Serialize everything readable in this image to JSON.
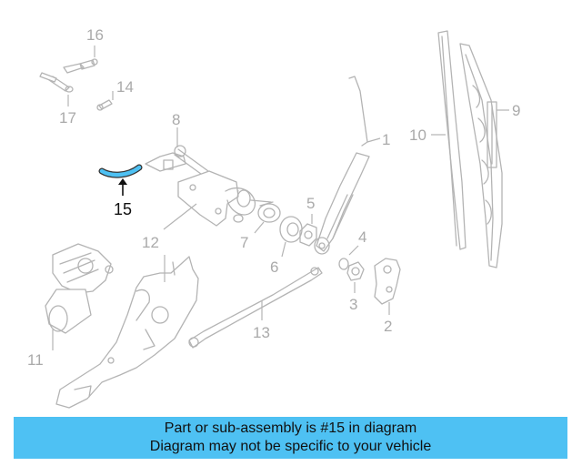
{
  "diagram": {
    "callouts": [
      {
        "id": "c1",
        "label": "1"
      },
      {
        "id": "c2",
        "label": "2"
      },
      {
        "id": "c3",
        "label": "3"
      },
      {
        "id": "c4",
        "label": "4"
      },
      {
        "id": "c5",
        "label": "5"
      },
      {
        "id": "c6",
        "label": "6"
      },
      {
        "id": "c7",
        "label": "7"
      },
      {
        "id": "c8",
        "label": "8"
      },
      {
        "id": "c9",
        "label": "9"
      },
      {
        "id": "c10",
        "label": "10"
      },
      {
        "id": "c11",
        "label": "11"
      },
      {
        "id": "c12",
        "label": "12"
      },
      {
        "id": "c13",
        "label": "13"
      },
      {
        "id": "c14",
        "label": "14"
      },
      {
        "id": "c15",
        "label": "15"
      },
      {
        "id": "c16",
        "label": "16"
      },
      {
        "id": "c17",
        "label": "17"
      }
    ],
    "highlight": {
      "part": "15",
      "color": "#4ec1f3"
    }
  },
  "banner": {
    "line1": "Part or sub-assembly is #15 in diagram",
    "line2": "Diagram may not be specific to your vehicle",
    "background": "#4ec1f3"
  }
}
